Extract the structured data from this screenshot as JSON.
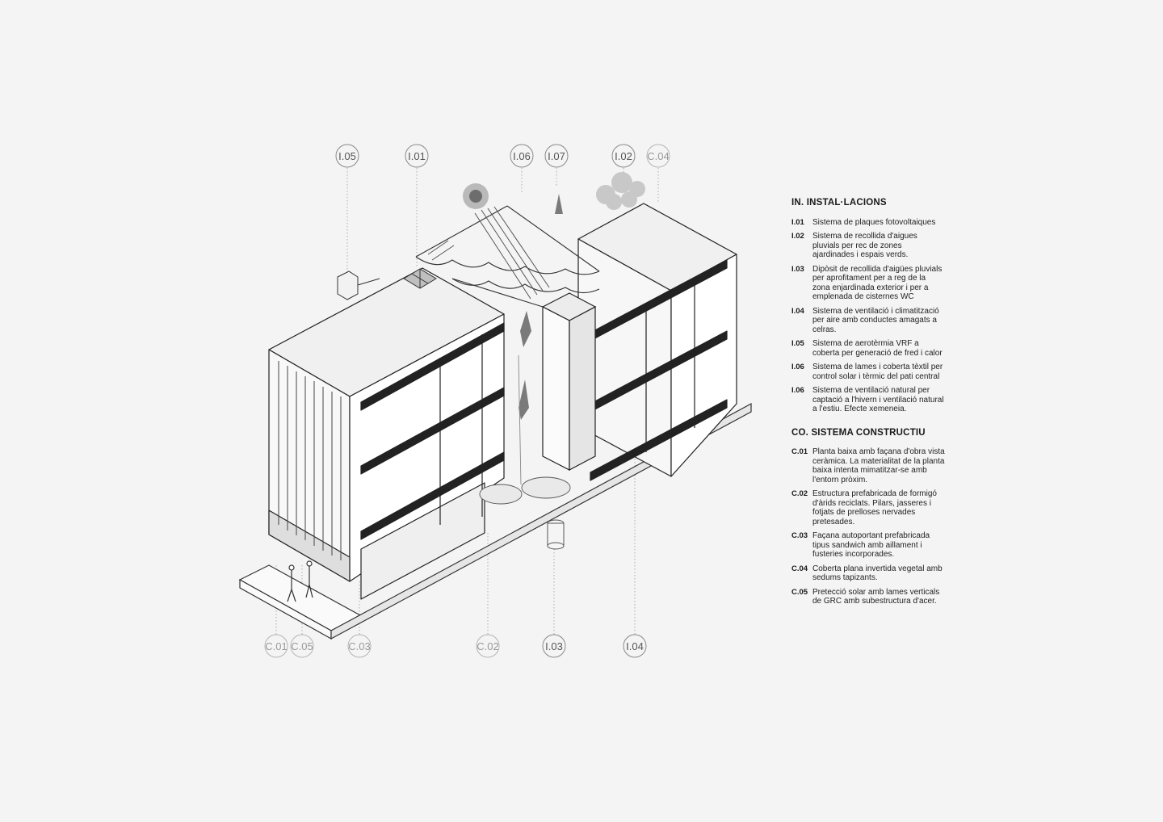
{
  "callouts_top": [
    {
      "code": "I.05"
    },
    {
      "code": "I.01"
    },
    {
      "code": "I.06"
    },
    {
      "code": "I.07"
    },
    {
      "code": "I.02"
    },
    {
      "code": "C.04"
    }
  ],
  "callouts_bottom": [
    {
      "code": "C.01"
    },
    {
      "code": "C.05"
    },
    {
      "code": "C.03"
    },
    {
      "code": "C.02"
    },
    {
      "code": "I.03"
    },
    {
      "code": "I.04"
    }
  ],
  "legend": {
    "installations": {
      "heading": "IN. INSTAL·LACIONS",
      "items": [
        {
          "code": "I.01",
          "text": "Sistema de plaques fotovoltaiques"
        },
        {
          "code": "I.02",
          "text": "Sistema de recollida d'aigues pluvials per rec de zones ajardinades i espais verds."
        },
        {
          "code": "I.03",
          "text": "Dipòsit de recollida d'aigües pluvials per aprofitament per a reg de la zona enjardinada exterior i per a emplenada de cisternes WC"
        },
        {
          "code": "I.04",
          "text": "Sistema de ventilació i climatització per aire amb conductes amagats a celras."
        },
        {
          "code": "I.05",
          "text": "Sistema de aerotèrmia VRF a coberta per generació de fred i calor"
        },
        {
          "code": "I.06",
          "text": "Sistema de lames i coberta tèxtil per control solar i tèrmic del pati central"
        },
        {
          "code": "I.06",
          "text": "Sistema de ventilació natural per captació a l'hivern i ventilació natural a l'estiu. Efecte xemeneia."
        }
      ]
    },
    "construction": {
      "heading": "CO. SISTEMA CONSTRUCTIU",
      "items": [
        {
          "code": "C.01",
          "text": "Planta baixa amb façana d'obra vista ceràmica. La materialitat de la planta baixa intenta mimatitzar-se amb l'entorn pròxim."
        },
        {
          "code": "C.02",
          "text": "Estructura prefabricada de formigó d'àrids reciclats. Pilars, jasseres i fotjats de prelloses nervades pretesades."
        },
        {
          "code": "C.03",
          "text": "Façana autoportant prefabricada tipus sandwich amb aillament i fusteries incorporades."
        },
        {
          "code": "C.04",
          "text": "Coberta plana invertida vegetal amb sedums tapizants."
        },
        {
          "code": "C.05",
          "text": "Pretecció solar amb lames verticals de GRC amb subestructura d'acer."
        }
      ]
    }
  }
}
